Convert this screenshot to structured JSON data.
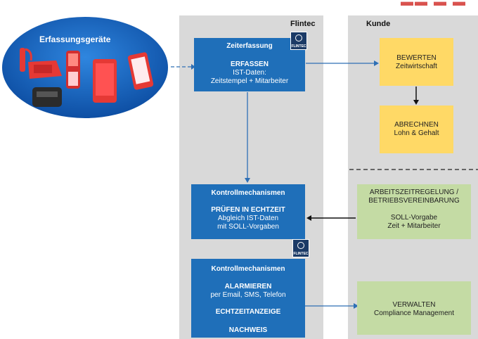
{
  "devices": {
    "title": "Erfassungsgeräte"
  },
  "lanes": {
    "flintec": "Flintec",
    "kunde": "Kunde"
  },
  "logo_text": "FLINTEC",
  "box1": {
    "heading": "Zeiterfassung",
    "title": "ERFASSEN",
    "line1": "IST-Daten:",
    "line2": "Zeitstempel + Mitarbeiter"
  },
  "box2": {
    "heading": "Kontrollmechanismen",
    "title": "PRÜFEN IN ECHTZEIT",
    "line1": "Abgleich IST-Daten",
    "line2": "mit SOLL-Vorgaben"
  },
  "box3": {
    "heading": "Kontrollmechanismen",
    "title": "ALARMIEREN",
    "line1": "per Email, SMS, Telefon",
    "line2": "ECHTZEITANZEIGE",
    "line3": "NACHWEIS"
  },
  "bewerten": {
    "title": "BEWERTEN",
    "sub": "Zeitwirtschaft"
  },
  "abrechnen": {
    "title": "ABRECHNEN",
    "sub": "Lohn & Gehalt"
  },
  "arbeitszeit": {
    "line1": "ARBEITSZEITREGELUNG /",
    "line2": "BETRIEBSVEREINBARUNG",
    "line3": "SOLL-Vorgabe",
    "line4": "Zeit + Mitarbeiter"
  },
  "verwalten": {
    "title": "VERWALTEN",
    "sub": "Compliance Management"
  },
  "colors": {
    "blue_box": "#1f6fb9",
    "yellow_box": "#ffd966",
    "green_box": "#c4dba4",
    "lane": "#d9d9d9",
    "device_ellipse": "#1565c0",
    "device_red": "#e53935"
  }
}
